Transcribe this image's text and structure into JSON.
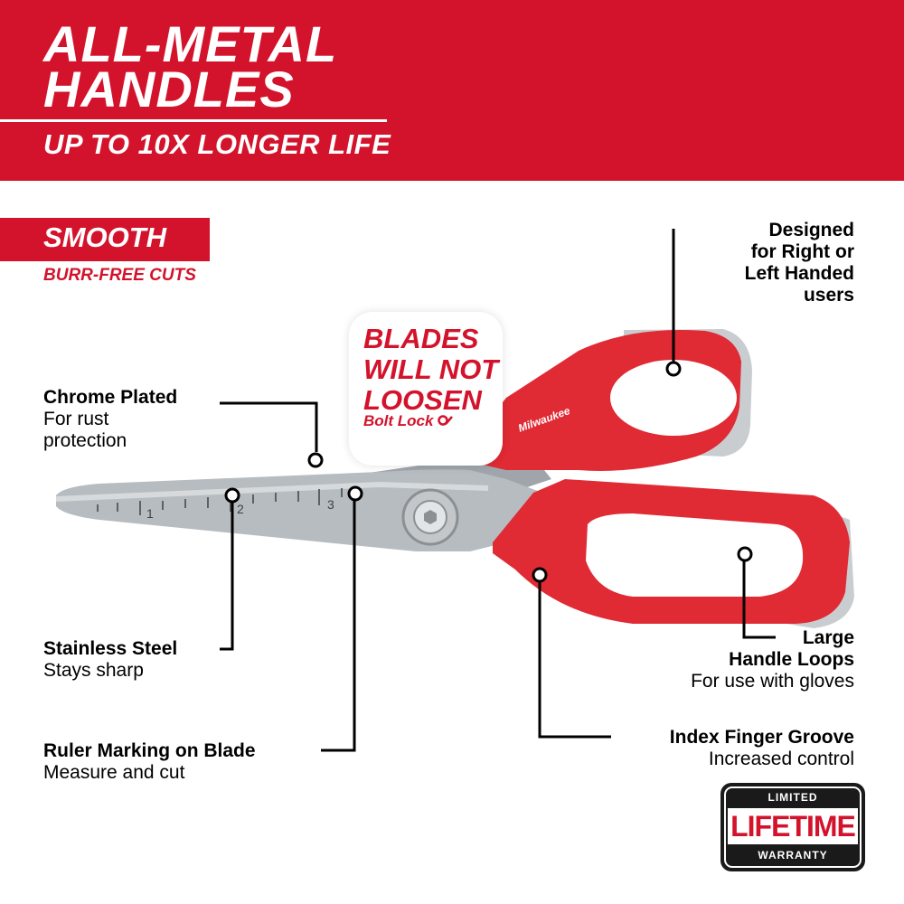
{
  "header": {
    "title_line1": "ALL-METAL",
    "title_line2": "HANDLES",
    "subtitle": "UP TO 10X LONGER LIFE"
  },
  "smooth_badge": {
    "label": "SMOOTH",
    "sublabel": "BURR-FREE CUTS"
  },
  "bolt_callout": {
    "line1": "BLADES",
    "line2": "WILL NOT",
    "line3": "LOOSEN",
    "sub": "Bolt Lock",
    "icon": "bolt-lock-icon"
  },
  "product": {
    "brand": "Milwaukee",
    "ruler_marks": [
      "1",
      "2",
      "3"
    ]
  },
  "annotations": {
    "chrome": {
      "title": "Chrome Plated",
      "desc_line1": "For rust",
      "desc_line2": "protection"
    },
    "stainless": {
      "title": "Stainless Steel",
      "desc": "Stays sharp"
    },
    "ruler": {
      "title": "Ruler Marking on Blade",
      "desc": "Measure and cut"
    },
    "handed": {
      "line1": "Designed",
      "line2": "for Right or",
      "line3": "Left Handed",
      "line4": "users"
    },
    "loops": {
      "title_line1": "Large",
      "title_line2": "Handle Loops",
      "desc": "For use with gloves"
    },
    "groove": {
      "title": "Index Finger Groove",
      "desc": "Increased control"
    }
  },
  "warranty": {
    "top": "LIMITED",
    "middle": "LIFETIME",
    "bottom": "WARRANTY"
  },
  "colors": {
    "brand_red": "#d3132c",
    "handle_red": "#e02a34",
    "steel": "#b7bcc0",
    "text": "#000000"
  }
}
